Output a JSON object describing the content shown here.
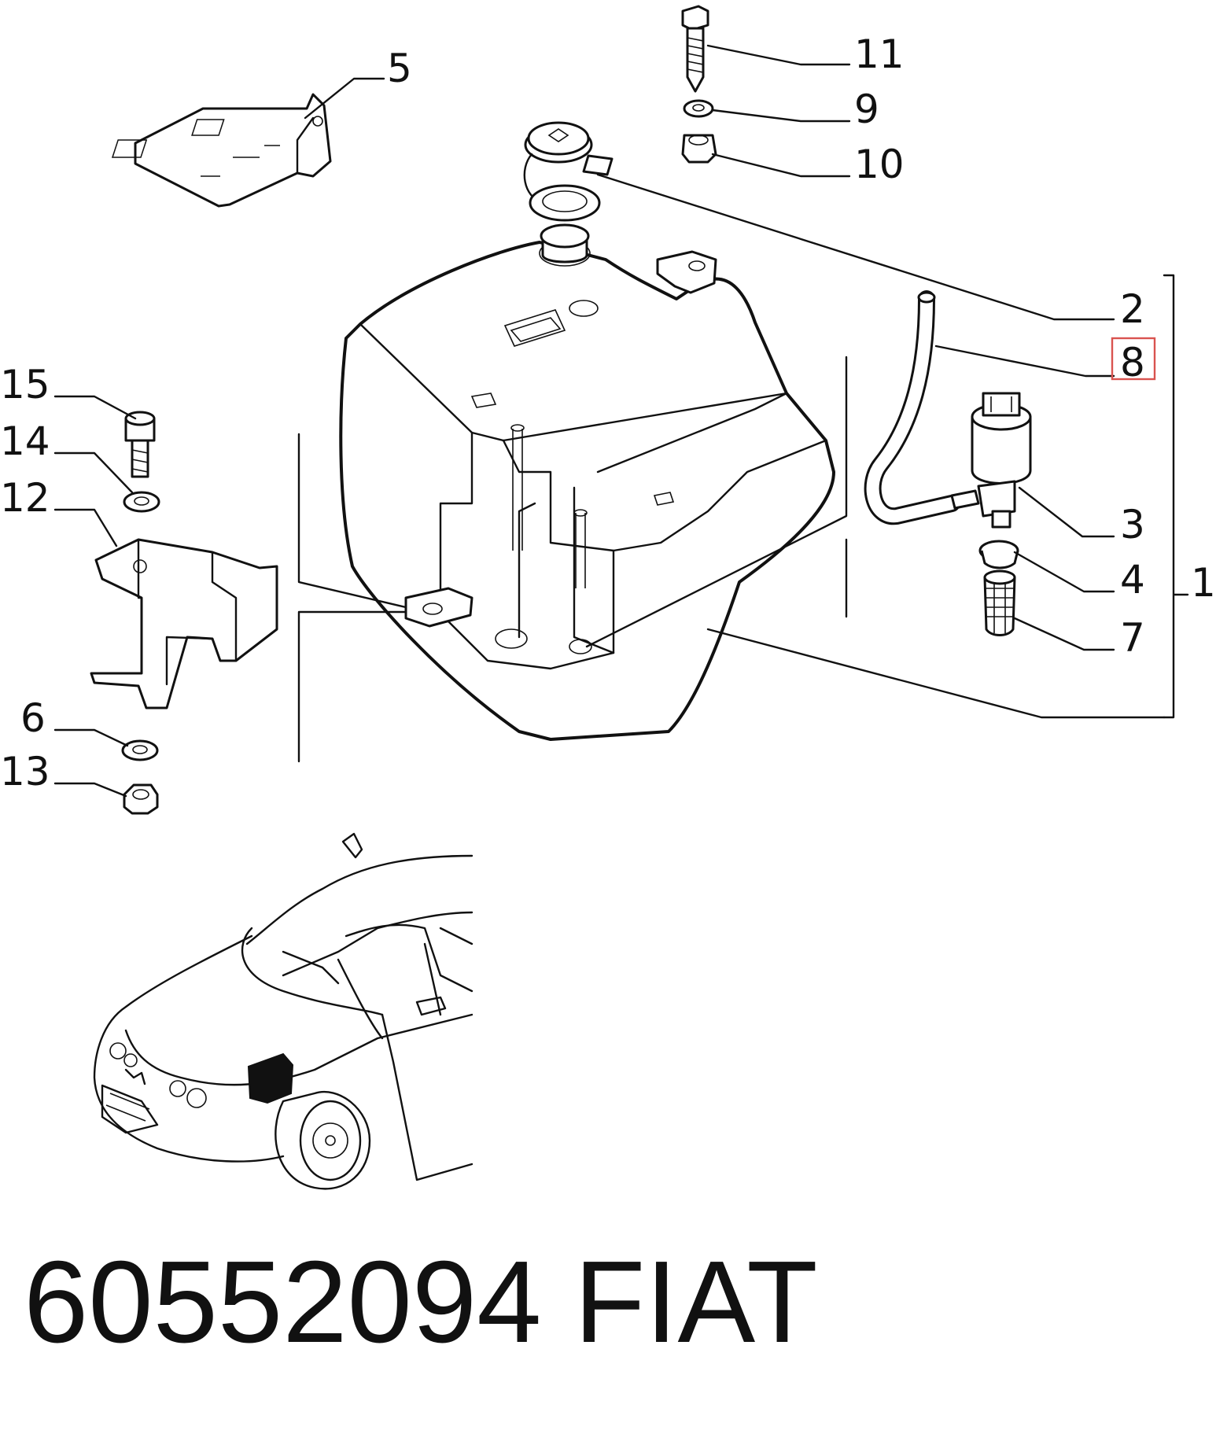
{
  "diagram": {
    "callouts": [
      {
        "id": "c1",
        "text": "1"
      },
      {
        "id": "c2",
        "text": "2"
      },
      {
        "id": "c3",
        "text": "3"
      },
      {
        "id": "c4",
        "text": "4"
      },
      {
        "id": "c5",
        "text": "5"
      },
      {
        "id": "c6",
        "text": "6"
      },
      {
        "id": "c7",
        "text": "7"
      },
      {
        "id": "c8",
        "text": "8",
        "highlighted": true
      },
      {
        "id": "c9",
        "text": "9"
      },
      {
        "id": "c10",
        "text": "10"
      },
      {
        "id": "c11",
        "text": "11"
      },
      {
        "id": "c12",
        "text": "12"
      },
      {
        "id": "c13",
        "text": "13"
      },
      {
        "id": "c14",
        "text": "14"
      },
      {
        "id": "c15",
        "text": "15"
      }
    ],
    "highlight_color": "#d9534f"
  },
  "footer": {
    "part_number": "60552094",
    "brand": "FIAT"
  }
}
